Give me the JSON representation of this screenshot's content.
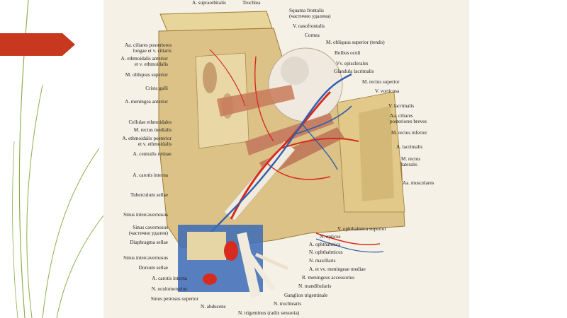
{
  "labels": {
    "a_supraorbitalis": "A. supraorbitalis",
    "trochlea": "Trochlea",
    "squama_frontalis": "Squama frontalis",
    "squama_note": "(частично удалена)",
    "v_nasofrontalis": "V. nasofrontalis",
    "cornea": "Cornea",
    "m_obliquus_superior_tendo": "M. obliquus superior (tendo)",
    "bulbus_oculi": "Bulbus oculi",
    "vv_episclerales": "Vv. episclerales",
    "glandula_lacrimalis": "Glandula lacrimalis",
    "m_rectus_superior": "M. rectus superior",
    "v_vorticosa": "V. vorticosa",
    "v_lacrimalis": "V. lacrimalis",
    "aa_ciliares_post_breves_1": "Aa. ciliares",
    "aa_ciliares_post_breves_2": "posteriores breves",
    "m_rectus_inferior": "M. rectus inferior",
    "a_lacrimalis": "A. lacrimalis",
    "m_rectus_lateralis_1": "M. rectus",
    "m_rectus_lateralis_2": "lateralis",
    "aa_musculares": "Aa. musculares",
    "aa_ciliares_post_longae_1": "Aa. ciliares posteriores",
    "aa_ciliares_post_longae_2": "longae et v. ciliaris",
    "a_ethmoidalis_anterior_1": "A. ethmoidalis anterior",
    "a_ethmoidalis_anterior_2": "et v. ethmoidalis",
    "m_obliquus_superior": "M. obliquus superior",
    "crista_galli": "Crista galli",
    "a_meningea_anterior": "A. meningea anterior",
    "cellulae_ethmoidales": "Cellulae ethmoidales",
    "m_rectus_medialis": "M. rectus medialis",
    "a_ethmoidalis_posterior_1": "A. ethmoidalis posterior",
    "a_ethmoidalis_posterior_2": "et v. ethmoidalis",
    "a_centralis_retinae": "A. centralis retinae",
    "a_carotis_interna": "A. carotis interna",
    "tuberculum_sellae": "Tuberculum sellae",
    "sinus_intercavernosus": "Sinus intercavernosus",
    "sinus_cavernosus": "Sinus cavernosus",
    "sinus_cavernosus_note": "(частично удален)",
    "diaphragma_sellae": "Diaphragma sellae",
    "sinus_intercavernosus_2": "Sinus intercavernosus",
    "dorsum_sellae": "Dorsum sellae",
    "a_carotis_interna_2": "A. carotis interna",
    "n_oculomotorius": "N. oculomotorius",
    "sinus_petrosus_superior": "Sinus petrosus superior",
    "v_ophthalmica_superior": "V. ophthalmica superior",
    "n_opticus": "N. opticus",
    "a_ophthalmica": "A. ophthalmica",
    "n_ophthalmicus": "N. ophthalmicus",
    "n_maxillaris": "N. maxillaris",
    "a_et_vv_meningeae_mediae": "A. et vv. meningeae mediae",
    "r_meningeus_accessorius": "R. meningeus accessorius",
    "n_mandibularis": "N. mandibularis",
    "ganglion_trigeminale": "Ganglion trigeminale",
    "n_trochlearis": "N. trochlearis",
    "n_abducens": "N. abducens",
    "n_trigeminus": "N. trigeminus (radix sensoria)"
  },
  "colors": {
    "accent": "#c8371f",
    "deco_line": "#8cb04a",
    "bone": "#e6cf8e",
    "artery": "#d62b1e",
    "vein": "#2d5fb0",
    "nerve": "#f1ebdd"
  }
}
